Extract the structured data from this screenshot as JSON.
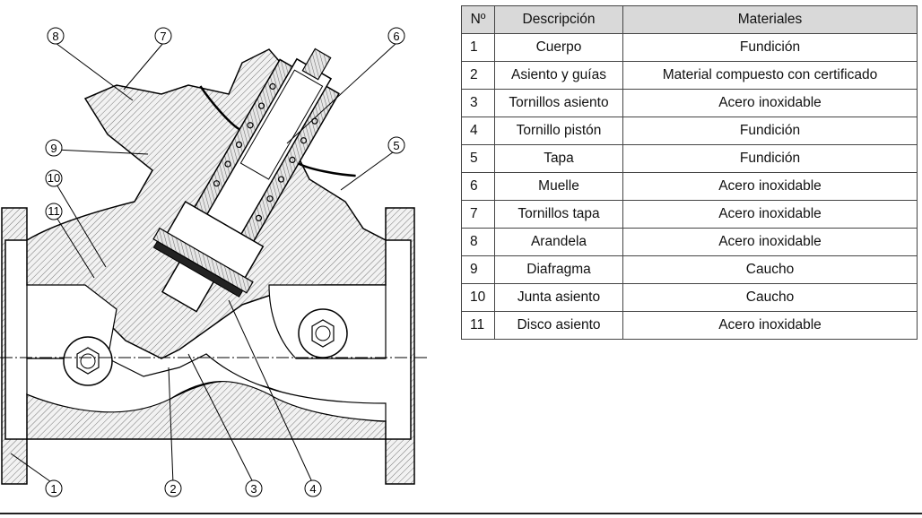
{
  "table": {
    "headers": [
      "Nº",
      "Descripción",
      "Materiales"
    ],
    "rows": [
      {
        "num": "1",
        "desc": "Cuerpo",
        "material": "Fundición"
      },
      {
        "num": "2",
        "desc": "Asiento y guías",
        "material": "Material compuesto con certificado"
      },
      {
        "num": "3",
        "desc": "Tornillos asiento",
        "material": "Acero inoxidable"
      },
      {
        "num": "4",
        "desc": "Tornillo pistón",
        "material": "Fundición"
      },
      {
        "num": "5",
        "desc": "Tapa",
        "material": "Fundición"
      },
      {
        "num": "6",
        "desc": "Muelle",
        "material": "Acero inoxidable"
      },
      {
        "num": "7",
        "desc": "Tornillos tapa",
        "material": "Acero inoxidable"
      },
      {
        "num": "8",
        "desc": "Arandela",
        "material": "Acero inoxidable"
      },
      {
        "num": "9",
        "desc": "Diafragma",
        "material": "Caucho"
      },
      {
        "num": "10",
        "desc": "Junta asiento",
        "material": "Caucho"
      },
      {
        "num": "11",
        "desc": "Disco asiento",
        "material": "Acero inoxidable"
      }
    ]
  },
  "callouts": [
    "1",
    "2",
    "3",
    "4",
    "5",
    "6",
    "7",
    "8",
    "9",
    "10",
    "11"
  ]
}
